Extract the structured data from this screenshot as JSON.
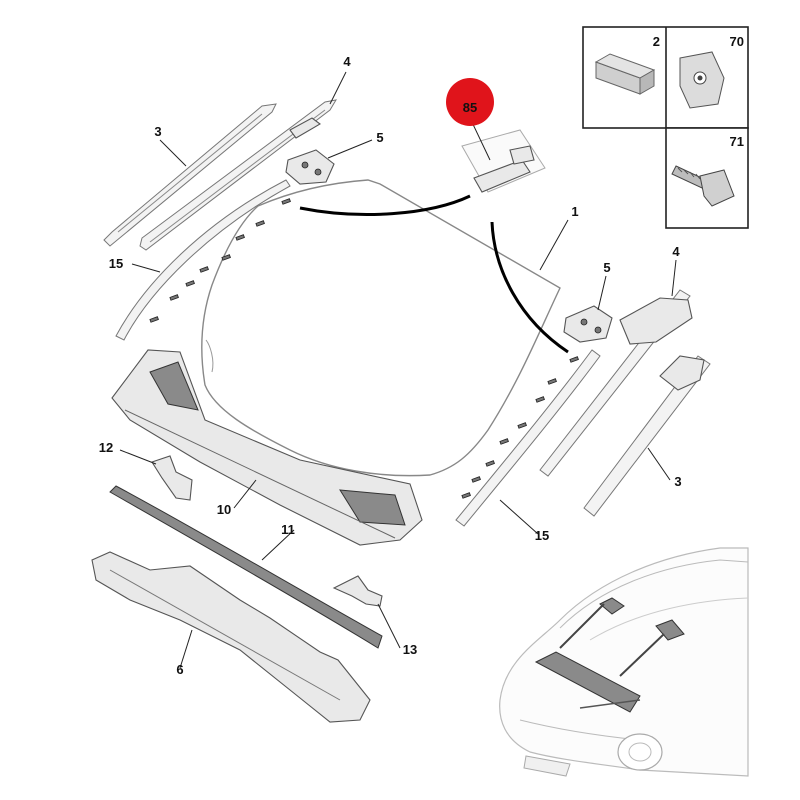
{
  "highlight": {
    "label": "85",
    "color": "#e0141b"
  },
  "callouts": {
    "c1": "1",
    "c3_left": "3",
    "c3_right": "3",
    "c4_left": "4",
    "c4_right": "4",
    "c5_left": "5",
    "c5_right": "5",
    "c6": "6",
    "c10": "10",
    "c11": "11",
    "c12": "12",
    "c13": "13",
    "c15_left": "15",
    "c15_right": "15"
  },
  "inset_boxes": {
    "box2": "2",
    "box70": "70",
    "box71": "71"
  }
}
